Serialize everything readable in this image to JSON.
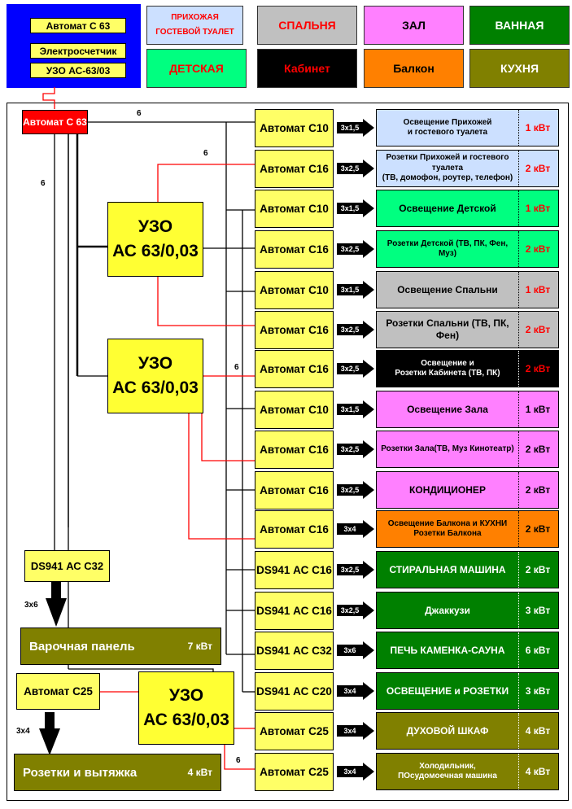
{
  "header": {
    "main_panel": [
      "Автомат С 63",
      "Электросчетчик",
      "УЗО АС-63/03"
    ],
    "rooms": [
      {
        "label": "ПРИХОЖАЯ\nГОСТЕВОЙ ТУАЛЕТ",
        "bg": "#cce0ff",
        "color": "#ff0000"
      },
      {
        "label": "СПАЛЬНЯ",
        "bg": "#c0c0c0",
        "color": "#ff0000"
      },
      {
        "label": "ЗАЛ",
        "bg": "#ff80ff",
        "color": "#000000"
      },
      {
        "label": "ВАННАЯ",
        "bg": "#008000",
        "color": "#ffffff"
      },
      {
        "label": "ДЕТСКАЯ",
        "bg": "#00ff80",
        "color": "#ff0000"
      },
      {
        "label": "Кабинет",
        "bg": "#000000",
        "color": "#ff0000"
      },
      {
        "label": "Балкон",
        "bg": "#ff8000",
        "color": "#000000"
      },
      {
        "label": "КУХНЯ",
        "bg": "#808000",
        "color": "#ffffff"
      }
    ]
  },
  "main_breaker": "Автомат С 63",
  "uzo_label": [
    "УЗО",
    "АС 63/0,03"
  ],
  "wire_labels": {
    "six": "6"
  },
  "circuits": [
    {
      "breaker": "Автомат С10",
      "cable": "3х1,5",
      "name": "Освещение Прихожей\nи гостевого туалета",
      "power": "1 кВт",
      "bg": "#cce0ff",
      "color": "#000000",
      "pcolor": "#ff0000"
    },
    {
      "breaker": "Автомат С16",
      "cable": "3х2,5",
      "name": "Розетки Прихожей и гостевого туалета\n(ТВ, домофон, роутер, телефон)",
      "power": "2 кВт",
      "bg": "#cce0ff",
      "color": "#000000",
      "pcolor": "#ff0000"
    },
    {
      "breaker": "Автомат С10",
      "cable": "3х1,5",
      "name": "Освещение Детской",
      "power": "1 кВт",
      "bg": "#00ff80",
      "color": "#000000",
      "pcolor": "#ff0000"
    },
    {
      "breaker": "Автомат С16",
      "cable": "3х2,5",
      "name": "Розетки Детской (ТВ, ПК, Фен, Муз)",
      "power": "2 кВт",
      "bg": "#00ff80",
      "color": "#000000",
      "pcolor": "#ff0000"
    },
    {
      "breaker": "Автомат С10",
      "cable": "3х1,5",
      "name": "Освещение Спальни",
      "power": "1 кВт",
      "bg": "#c0c0c0",
      "color": "#000000",
      "pcolor": "#ff0000"
    },
    {
      "breaker": "Автомат С16",
      "cable": "3х2,5",
      "name": "Розетки Спальни (ТВ, ПК, Фен)",
      "power": "2 кВт",
      "bg": "#c0c0c0",
      "color": "#000000",
      "pcolor": "#ff0000"
    },
    {
      "breaker": "Автомат С16",
      "cable": "3х2,5",
      "name": "Освещение и\nРозетки Кабинета (ТВ, ПК)",
      "power": "2 кВт",
      "bg": "#000000",
      "color": "#ffffff",
      "pcolor": "#ff0000"
    },
    {
      "breaker": "Автомат С10",
      "cable": "3х1,5",
      "name": "Освещение Зала",
      "power": "1 кВт",
      "bg": "#ff80ff",
      "color": "#000000",
      "pcolor": "#000000"
    },
    {
      "breaker": "Автомат С16",
      "cable": "3х2,5",
      "name": "Розетки Зала(ТВ, Муз Кинотеатр)",
      "power": "2 кВт",
      "bg": "#ff80ff",
      "color": "#000000",
      "pcolor": "#000000"
    },
    {
      "breaker": "Автомат С16",
      "cable": "3х2,5",
      "name": "КОНДИЦИОНЕР",
      "power": "2 кВт",
      "bg": "#ff80ff",
      "color": "#000000",
      "pcolor": "#000000"
    },
    {
      "breaker": "Автомат С16",
      "cable": "3х4",
      "name": "Освещение Балкона и КУХНИ\nРозетки Балкона",
      "power": "2 кВт",
      "bg": "#ff8000",
      "color": "#000000",
      "pcolor": "#000000"
    },
    {
      "breaker": "DS941 АС С16",
      "cable": "3х2,5",
      "name": "СТИРАЛЬНАЯ МАШИНА",
      "power": "2 кВт",
      "bg": "#008000",
      "color": "#ffffff",
      "pcolor": "#ffffff"
    },
    {
      "breaker": "DS941 АС С16",
      "cable": "3х2,5",
      "name": "Джаккузи",
      "power": "3 кВт",
      "bg": "#008000",
      "color": "#ffffff",
      "pcolor": "#ffffff"
    },
    {
      "breaker": "DS941 АС С32",
      "cable": "3х6",
      "name": "ПЕЧЬ КАМЕНКА-САУНА",
      "power": "6 кВт",
      "bg": "#008000",
      "color": "#ffffff",
      "pcolor": "#ffffff"
    },
    {
      "breaker": "DS941 АС С20",
      "cable": "3х4",
      "name": "ОСВЕЩЕНИЕ и РОЗЕТКИ",
      "power": "3 кВт",
      "bg": "#008000",
      "color": "#ffffff",
      "pcolor": "#ffffff"
    },
    {
      "breaker": "Автомат С25",
      "cable": "3х4",
      "name": "ДУХОВОЙ ШКАФ",
      "power": "4 кВт",
      "bg": "#808000",
      "color": "#ffffff",
      "pcolor": "#ffffff"
    },
    {
      "breaker": "Автомат С25",
      "cable": "3х4",
      "name": "Холодильник,\nПОсудомоечная машина",
      "power": "4 кВт",
      "bg": "#808000",
      "color": "#ffffff",
      "pcolor": "#ffffff"
    }
  ],
  "left_section": {
    "ds_c32": "DS941 АС С32",
    "cable_3x6": "3х6",
    "hob": "Варочная панель",
    "hob_power": "7 кВт",
    "avt_c25": "Автомат С25",
    "cable_3x4": "3х4",
    "sockets_hood": "Розетки и вытяжка",
    "sockets_hood_power": "4 кВт"
  }
}
